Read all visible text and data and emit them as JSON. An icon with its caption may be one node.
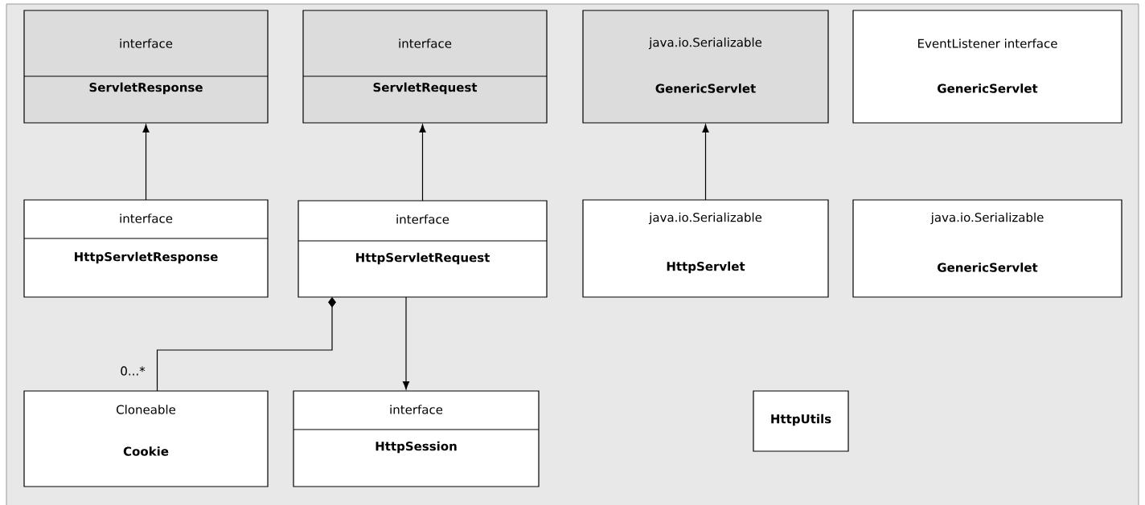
{
  "diagram": {
    "nodes": [
      {
        "text": [
          "interface",
          "ServletResponse"
        ]
      },
      {
        "text": [
          "interface",
          "ServletRequest"
        ]
      },
      {
        "text": [
          "java.io.Serializable",
          "GenericServlet"
        ]
      },
      {
        "text": [
          "EventListener interface",
          "GenericServlet"
        ]
      },
      {
        "text": [
          "interface",
          "HttpServletResponse"
        ]
      },
      {
        "text": [
          "interface",
          "HttpServletRequest"
        ]
      },
      {
        "text": [
          "java.io.Serializable",
          "HttpServlet"
        ]
      },
      {
        "text": [
          "java.io.Serializable",
          "GenericServlet"
        ]
      },
      {
        "text": [
          "Cloneable",
          "Cookie"
        ]
      },
      {
        "text": [
          "interface",
          "HttpSession"
        ]
      },
      {
        "text": [
          "HttpUtils"
        ]
      }
    ],
    "edges": [
      {
        "from": 4,
        "to": 0,
        "arrow": "to"
      },
      {
        "from": 5,
        "to": 1,
        "arrow": "to"
      },
      {
        "from": 6,
        "to": 2,
        "arrow": "to"
      },
      {
        "from": 8,
        "to": 5,
        "arrow": "other",
        "label": "0...*"
      },
      {
        "from": 5,
        "to": 9,
        "arrow": "to"
      }
    ]
  }
}
